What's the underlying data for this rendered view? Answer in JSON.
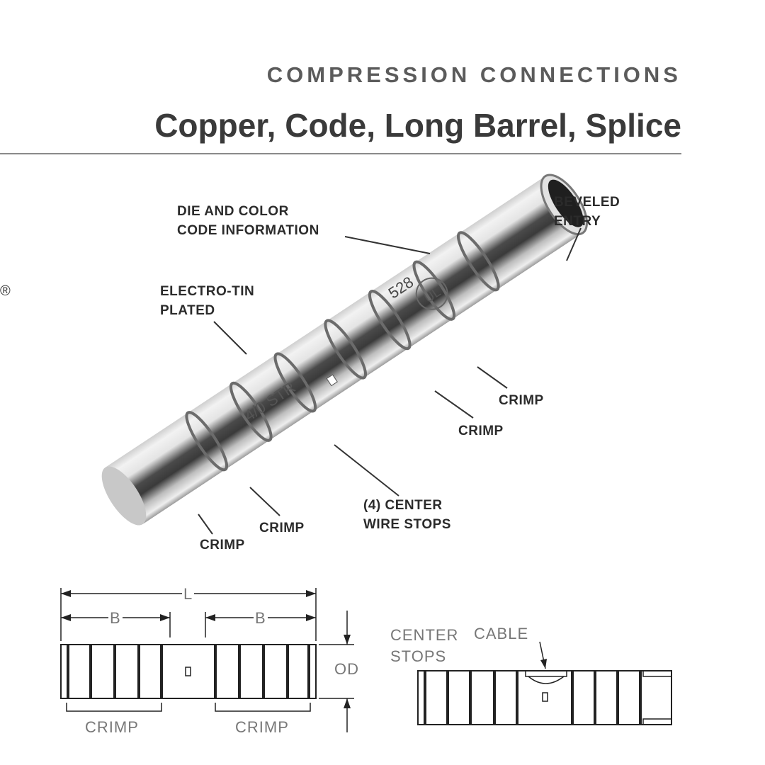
{
  "header": {
    "section": "COMPRESSION CONNECTIONS",
    "title": "Copper, Code, Long Barrel, Splice",
    "registered_mark": "®"
  },
  "product_photo": {
    "callouts": {
      "die_color_line1": "DIE AND COLOR",
      "die_color_line2": "CODE INFORMATION",
      "beveled_line1": "BEVELED",
      "beveled_line2": "ENTRY",
      "electro_line1": "ELECTRO-TIN",
      "electro_line2": "PLATED",
      "crimp_1": "CRIMP",
      "crimp_2": "CRIMP",
      "crimp_3": "CRIMP",
      "crimp_4": "CRIMP",
      "center_stops_line1": "(4) CENTER",
      "center_stops_line2": "WIRE STOPS"
    },
    "barrel_markings": {
      "marking_1": "528",
      "marking_2": "4/0 STR",
      "marking_3": "UL"
    }
  },
  "dimension_drawing": {
    "length_label": "L",
    "barrel_label_left": "B",
    "barrel_label_right": "B",
    "diameter_label": "OD",
    "crimp_left": "CRIMP",
    "crimp_right": "CRIMP"
  },
  "section_drawing": {
    "center_label_line1": "CENTER",
    "center_label_line2": "STOPS",
    "cable_label": "CABLE"
  }
}
